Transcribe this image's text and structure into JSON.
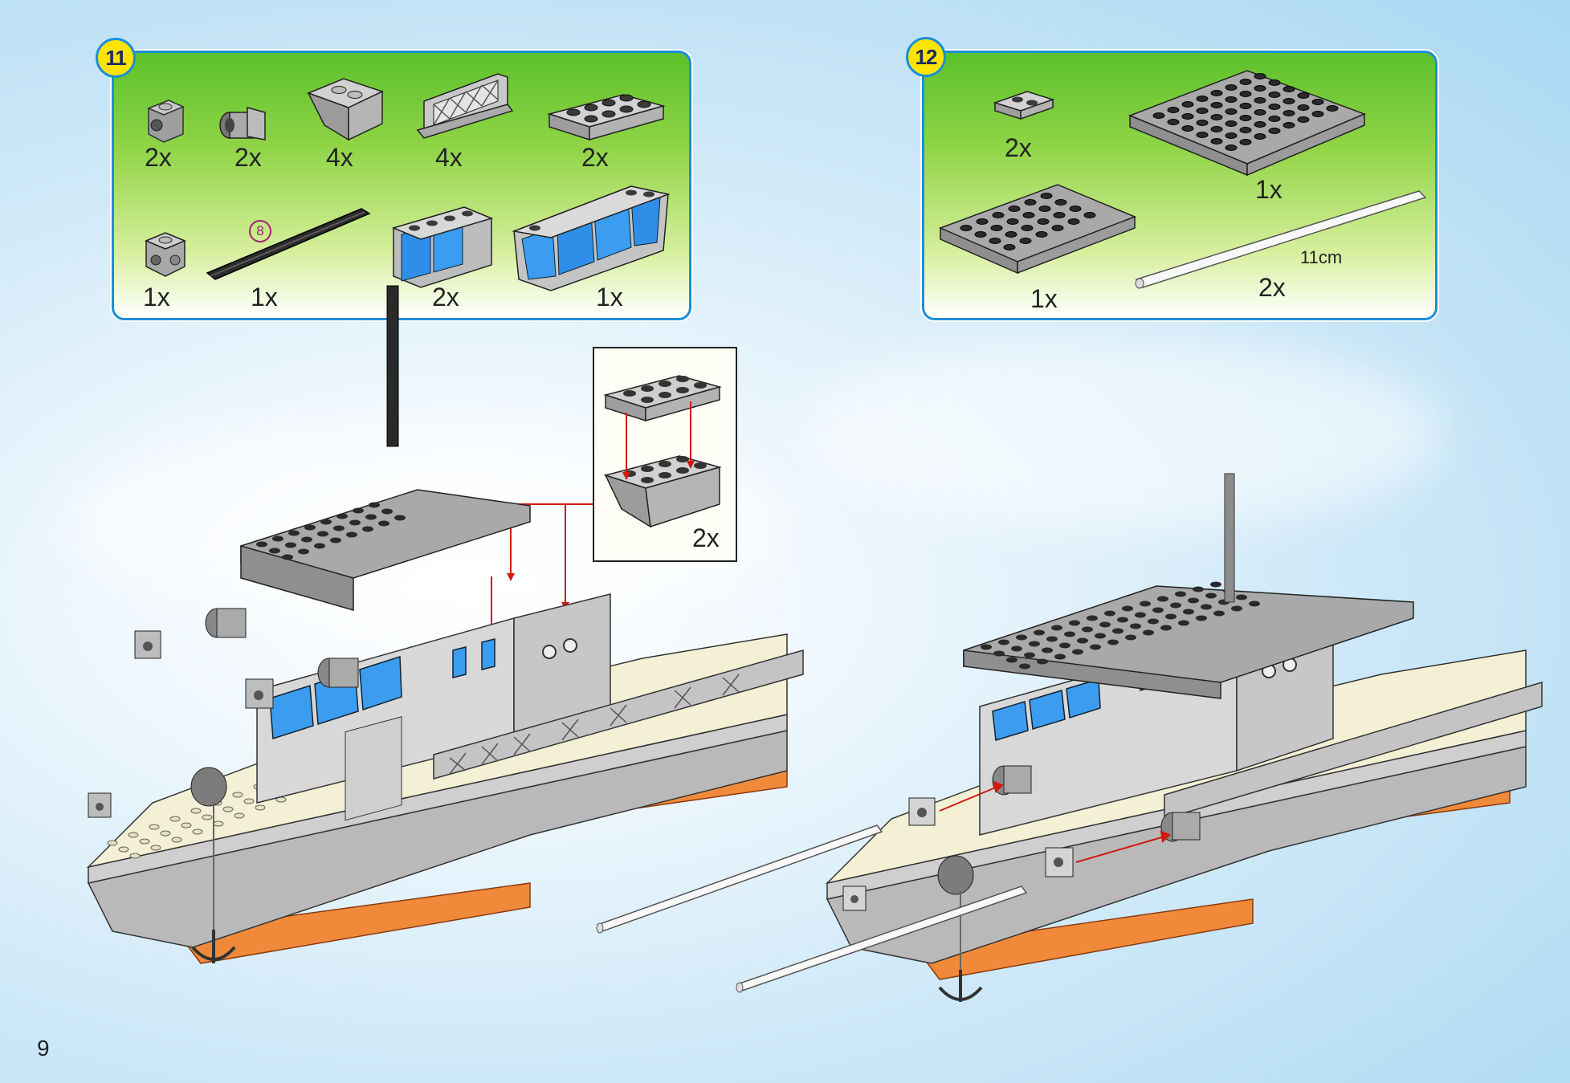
{
  "page": {
    "number": "9"
  },
  "step11": {
    "badge": "11",
    "parts_row1": [
      {
        "icon": "brick-1x1-hole-icon",
        "qty": "2x"
      },
      {
        "icon": "hinge-cylinder-icon",
        "qty": "2x"
      },
      {
        "icon": "slope-brick-2x2-icon",
        "qty": "4x"
      },
      {
        "icon": "fence-panel-icon",
        "qty": "4x"
      },
      {
        "icon": "plate-2x4-icon",
        "qty": "2x"
      }
    ],
    "parts_row2": [
      {
        "icon": "brick-1x1-studs-sides-icon",
        "qty": "1x"
      },
      {
        "icon": "black-axle-rod-icon",
        "qty": "1x",
        "marker": "8"
      },
      {
        "icon": "window-panel-1x4-icon",
        "qty": "2x"
      },
      {
        "icon": "windscreen-panel-icon",
        "qty": "1x"
      }
    ]
  },
  "step12": {
    "badge": "12",
    "parts": [
      {
        "icon": "plate-1x2-icon",
        "qty": "2x"
      },
      {
        "icon": "plate-6x8-icon",
        "qty": "1x"
      },
      {
        "icon": "plate-4x6-icon",
        "qty": "1x"
      },
      {
        "icon": "white-tube-icon",
        "qty": "2x",
        "length": "11cm"
      }
    ]
  },
  "callout": {
    "qty": "2x"
  },
  "colors": {
    "panel_border": "#1c8fd8",
    "badge_fill": "#ffe400",
    "brick_gray": "#bdbdbd",
    "stud_black": "#2a2a2a",
    "window_blue": "#3b9cf0",
    "hull_orange": "#f08a3a",
    "deck_cream": "#f4f0d6",
    "arrow_red": "#d01a10"
  }
}
